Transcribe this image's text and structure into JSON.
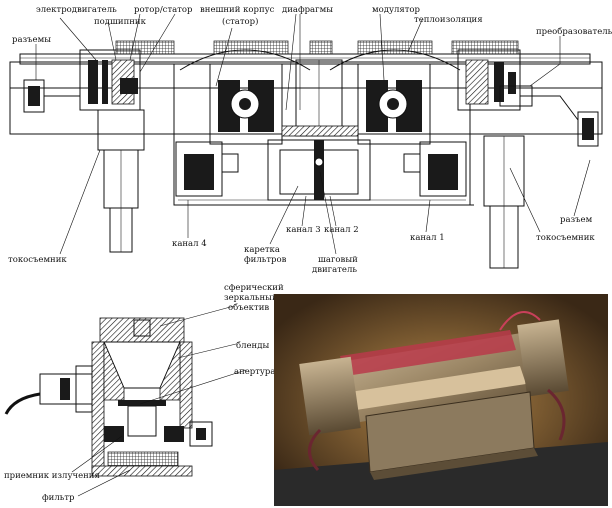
{
  "labels": {
    "top": {
      "motor": "электродвигатель",
      "bearing": "подшипник",
      "rotor_stator": "ротор/статор",
      "outer_case": "внешний корпус",
      "outer_case_sub": "(статор)",
      "diaphragms": "диафрагмы",
      "modulator": "модулятор",
      "insulation": "теплоизоляция",
      "connectors": "разъемы",
      "converter": "преобразователь",
      "connector": "разъем",
      "slip_ring_left": "токосъемник",
      "slip_ring_right": "токосъемник",
      "channel_4": "канал 4",
      "channel_3": "канал 3",
      "channel_2": "канал 2",
      "channel_1": "канал 1",
      "filter_carriage_1": "каретка",
      "filter_carriage_2": "фильтров",
      "stepper_1": "шаговый",
      "stepper_2": "двигатель"
    },
    "bottom": {
      "spherical_1": "сферический",
      "spherical_2": "зеркальный",
      "spherical_3": "объектив",
      "baffles": "бленды",
      "aperture": "апертура",
      "detector": "приемник излучения",
      "filter": "фильтр"
    }
  }
}
